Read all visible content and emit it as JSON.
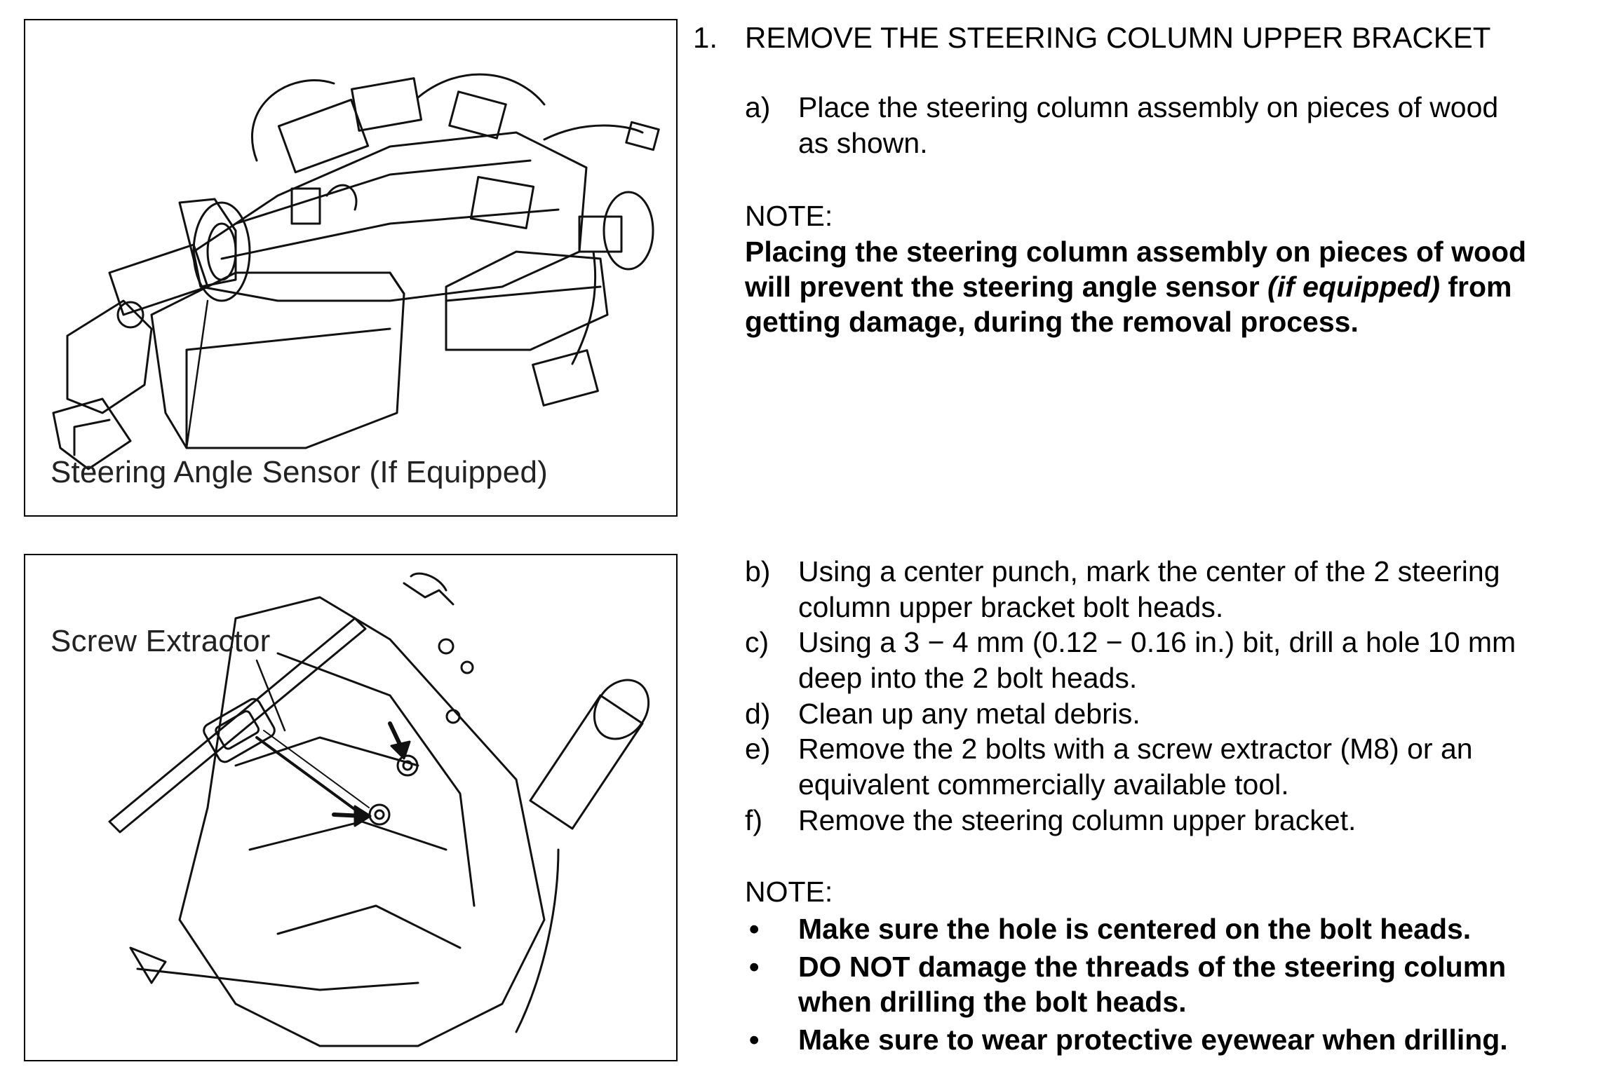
{
  "figure1": {
    "label": "Steering Angle Sensor (If Equipped)"
  },
  "figure2": {
    "label": "Screw Extractor"
  },
  "step": {
    "number": "1.",
    "title": "REMOVE THE STEERING COLUMN UPPER BRACKET"
  },
  "substep_a": {
    "marker": "a)",
    "line1": "Place the steering column assembly on pieces of wood",
    "line2": "as shown."
  },
  "note1": {
    "heading": "NOTE:",
    "line1": "Placing the steering column assembly on pieces of wood",
    "line2_pre": "will prevent the steering angle sensor ",
    "line2_italic": "(if equipped)",
    "line2_post": " from",
    "line3": "getting damage, during the removal process."
  },
  "substeps": [
    {
      "marker": "b)",
      "line1": "Using a center punch, mark the center of the 2 steering",
      "line2": "column upper bracket bolt heads."
    },
    {
      "marker": "c)",
      "line1": "Using a 3 − 4 mm (0.12 − 0.16 in.) bit, drill a hole 10 mm",
      "line2": "deep into the 2 bolt heads."
    },
    {
      "marker": "d)",
      "line1": "Clean up any metal debris."
    },
    {
      "marker": "e)",
      "line1": "Remove the 2 bolts with a screw extractor (M8) or an",
      "line2": "equivalent commercially available tool."
    },
    {
      "marker": "f)",
      "line1": "Remove the steering column upper bracket."
    }
  ],
  "note2": {
    "heading": "NOTE:",
    "bullet_symbol": "•",
    "items": [
      {
        "line1": "Make sure the hole is centered on the bolt heads."
      },
      {
        "line1": "DO NOT damage the threads of the steering column",
        "line2": "when drilling the bolt heads."
      },
      {
        "line1": "Make sure to wear protective eyewear when drilling."
      }
    ]
  }
}
